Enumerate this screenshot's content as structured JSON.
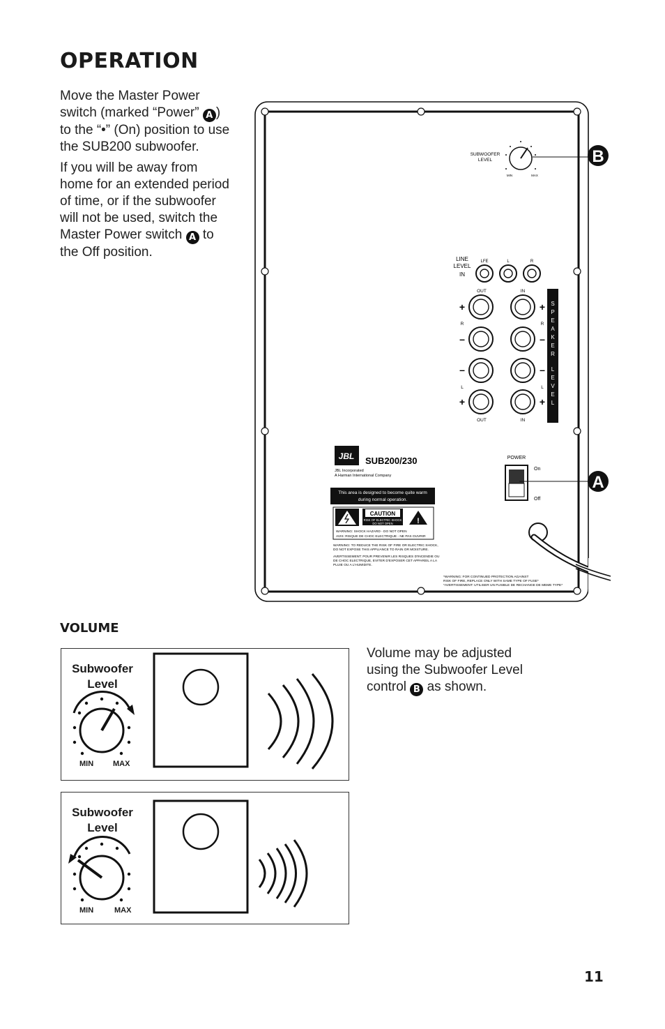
{
  "heading": "OPERATION",
  "para1": {
    "part1": "Move the Master Power switch (marked “Power” ",
    "marker": "A",
    "part2": ") to the “•” (On) position to use the SUB200 subwoofer."
  },
  "para2": {
    "part1": "If you will be away from home for an extended period of time, or if the subwoofer will not be used, switch the Master Power switch ",
    "marker": "A",
    "part2": " to the Off position."
  },
  "panel": {
    "callout_b": "B",
    "callout_a": "A",
    "subwoofer_level_label": [
      "SUBWOOFER",
      "LEVEL"
    ],
    "knob_min": "MIN",
    "knob_max": "MAX",
    "line_level_label": [
      "LINE",
      "LEVEL",
      "IN"
    ],
    "jack_labels": [
      "LFE",
      "L",
      "R"
    ],
    "out_label": "OUT",
    "in_label": "IN",
    "side_r": "R",
    "side_l": "L",
    "speaker_level_vertical": "SPEAKER LEVEL",
    "brand": "JBL",
    "model": "SUB200/230",
    "company_line1": "JBL Incorporated",
    "company_line2": "A Harman International Company",
    "warm_notice": [
      "This area is designed to become quite warm",
      "during normal operation."
    ],
    "caution": "CAUTION",
    "caution_sub": [
      "RISK OF ELECTRIC SHOCK",
      "DO NOT OPEN"
    ],
    "caution_warning": "WARNING:  SHOCK HAZARD  -  DO NOT OPEN",
    "caution_avis": "AVIS:  RISQUE DE CHOC ELECTRIQUE  -  NE PAS OUVRIR",
    "warning_text": [
      "WARNING: TO REDUCE THE RISK OF FIRE OR ELECTRIC SHOCK,",
      "DO NOT EXPOSE THIS APPLIANCE TO RAIN OR MOISTURE."
    ],
    "avertissement_text": [
      "AVERTISSEMENT: POUR PREVENIR LES RISQUES D'INCENDIE OU",
      "DE CHOC ELECTRIQUE, EVITER D'EXPOSER CET APPAREIL A LA",
      "PLUIE OU A L'HUMIDITE."
    ],
    "fuse_text": [
      "*WARNING: FOR CONTINUED PROTECTION AGAINST",
      "RISK OF FIRE, REPLACE ONLY WITH SAME TYPE OF FUSE*",
      "*AVERTISSEMENT: UTILISER UN FUSIBLE DE RECHANGE DE MEME TYPE*"
    ],
    "power_label": "POWER",
    "on_label": "On",
    "off_label": "Off"
  },
  "volume": {
    "heading": "VOLUME",
    "text_part1": "Volume may be adjusted using the Subwoofer Level control ",
    "marker": "B",
    "text_part2": " as shown.",
    "panels": [
      {
        "label_line1": "Subwoofer",
        "label_line2": "Level",
        "min": "MIN",
        "max": "MAX",
        "state": "high"
      },
      {
        "label_line1": "Subwoofer",
        "label_line2": "Level",
        "min": "MIN",
        "max": "MAX",
        "state": "low"
      }
    ]
  },
  "page_number": "11"
}
